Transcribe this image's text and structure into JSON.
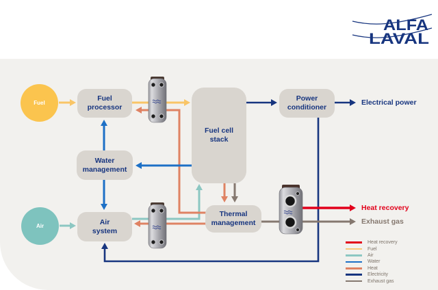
{
  "logo": {
    "line1": "ALFA",
    "line2": "LAVAL"
  },
  "nodes": {
    "fuel_source": "Fuel",
    "air_source": "Air",
    "fuel_processor": "Fuel\nprocessor",
    "water_management": "Water\nmanagement",
    "air_system": "Air\nsystem",
    "fuel_cell_stack": "Fuel cell\nstack",
    "thermal_management": "Thermal\nmanagement",
    "power_conditioner": "Power\nconditioner"
  },
  "outputs": {
    "electrical_power": "Electrical power",
    "heat_recovery": "Heat recovery",
    "exhaust_gas": "Exhaust gas"
  },
  "legend": {
    "items": [
      {
        "label": "Heat recovery",
        "color": "#e2001a"
      },
      {
        "label": "Fuel",
        "color": "#f9c878"
      },
      {
        "label": "Air",
        "color": "#8cc7c2"
      },
      {
        "label": "Water",
        "color": "#1d70c6"
      },
      {
        "label": "Heat",
        "color": "#df8263"
      },
      {
        "label": "Electricity",
        "color": "#17357f"
      },
      {
        "label": "Exhaust gas",
        "color": "#85786f"
      }
    ]
  },
  "flows": [
    {
      "type": "fuel",
      "from": "Fuel",
      "to": "Fuel processor"
    },
    {
      "type": "fuel",
      "from": "Fuel processor",
      "to": "Fuel cell stack",
      "via": "heat exchanger"
    },
    {
      "type": "air",
      "from": "Air",
      "to": "Air system"
    },
    {
      "type": "air",
      "from": "Air system",
      "to": "Fuel cell stack",
      "via": "heat exchanger"
    },
    {
      "type": "water",
      "from": "Water management",
      "to": "Fuel processor"
    },
    {
      "type": "water",
      "from": "Fuel cell stack",
      "to": "Water management"
    },
    {
      "type": "water",
      "from": "Water management",
      "to": "Air system"
    },
    {
      "type": "heat",
      "from": "Fuel cell stack",
      "to": "Thermal management"
    },
    {
      "type": "heat",
      "from": "Thermal management",
      "to": "Fuel processor",
      "via": "heat exchanger"
    },
    {
      "type": "heat",
      "from": "Thermal management",
      "to": "Air system",
      "via": "heat exchanger"
    },
    {
      "type": "exhaust",
      "from": "Fuel cell stack",
      "to": "Thermal management"
    },
    {
      "type": "exhaust",
      "from": "Thermal management",
      "to": "Exhaust gas",
      "via": "heat exchanger"
    },
    {
      "type": "electricity",
      "from": "Fuel cell stack",
      "to": "Power conditioner"
    },
    {
      "type": "electricity",
      "from": "Power conditioner",
      "to": "Electrical power"
    },
    {
      "type": "electricity",
      "from": "Power conditioner",
      "to": "Air system"
    },
    {
      "type": "heat_recovery",
      "from": "heat exchanger",
      "to": "Heat recovery"
    }
  ],
  "colors": {
    "background": "#ffffff",
    "panel": "#f2f1ee",
    "node_fill": "#d9d5cf",
    "node_text": "#17357f",
    "fuel": "#f9c567",
    "fuel_source": "#fbc44e",
    "air": "#8cc7c2",
    "air_source": "#7ec3be",
    "water": "#1d70c6",
    "heat": "#df8263",
    "electricity": "#17357f",
    "exhaust_gas": "#85786f",
    "heat_recovery": "#e2001a",
    "legend_text": "#7c7268",
    "logo": "#17357f"
  }
}
